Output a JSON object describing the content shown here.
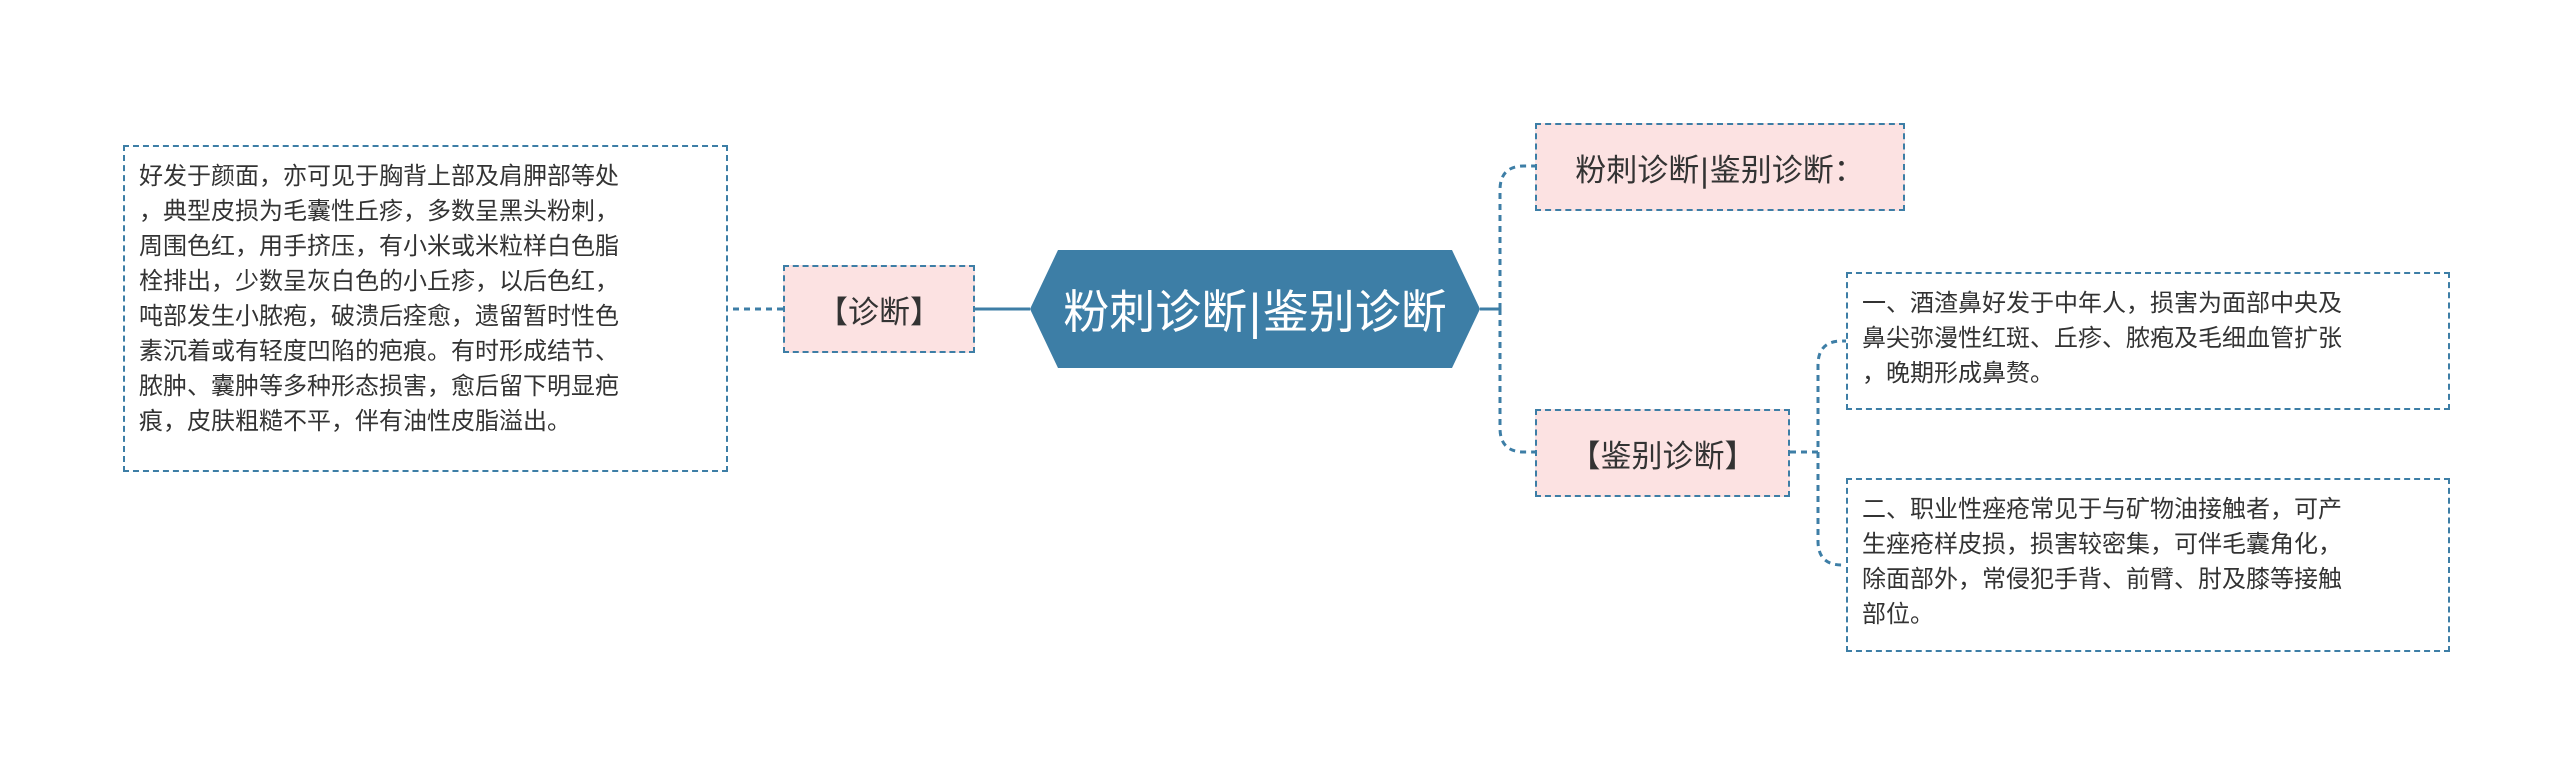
{
  "central": {
    "label": "粉刺诊断|鉴别诊断"
  },
  "nodes": {
    "diagnosis": {
      "label": "【诊断】",
      "detail_lines": [
        "好发于颜面，亦可见于胸背上部及肩胛部等处",
        "，典型皮损为毛囊性丘疹，多数呈黑头粉刺，",
        "周围色红，用手挤压，有小米或米粒样白色脂",
        "栓排出，少数呈灰白色的小丘疹，以后色红，",
        "吨部发生小脓疱，破溃后痊愈，遗留暂时性色",
        "素沉着或有轻度凹陷的疤痕。有时形成结节、",
        "脓肿、囊肿等多种形态损害，愈后留下明显疤",
        "痕，皮肤粗糙不平，伴有油性皮脂溢出。"
      ]
    },
    "heading": {
      "label": "粉刺诊断|鉴别诊断："
    },
    "differential": {
      "label": "【鉴别诊断】",
      "item1_lines": [
        "一、酒渣鼻好发于中年人，损害为面部中央及",
        "鼻尖弥漫性红斑、丘疹、脓疱及毛细血管扩张",
        "，晚期形成鼻赘。"
      ],
      "item2_lines": [
        "二、职业性痤疮常见于与矿物油接触者，可产",
        "生痤疮样皮损，损害较密集，可伴毛囊角化，",
        "除面部外，常侵犯手背、前臂、肘及膝等接触",
        "部位。"
      ]
    }
  },
  "colors": {
    "central_fill": "#3d7ea6",
    "branch_fill": "#fce2e2",
    "connector": "#3d7ea6",
    "text": "#333333"
  }
}
